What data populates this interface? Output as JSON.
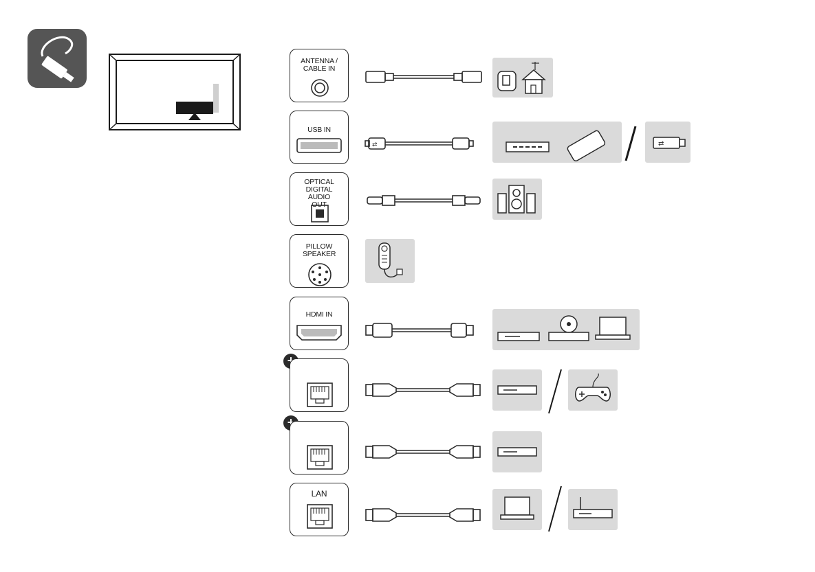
{
  "ports": {
    "antenna": "ANTENNA / CABLE IN",
    "usb": "USB IN",
    "optical": "OPTICAL DIGITAL AUDIO OUT",
    "pillow": "PILLOW SPEAKER",
    "hdmi": "HDMI IN",
    "lan": "LAN"
  },
  "badges": {
    "plus_symbol": "+"
  },
  "icons": {
    "header": "cable-plug-icon",
    "antenna": "antenna-house-icon",
    "usb_devices": [
      "external-drive-icon",
      "usb-stick-icon"
    ],
    "speakers": "speakers-icon",
    "pillow": "pillow-speaker-remote-icon",
    "hdmi_devices": [
      "set-top-box-icon",
      "bluray-player-icon",
      "laptop-icon"
    ],
    "rj_a_devices": [
      "set-top-box-icon",
      "gamepad-icon"
    ],
    "rj_b_devices": [
      "set-top-box-icon"
    ],
    "lan_devices": [
      "laptop-icon",
      "router-icon"
    ]
  },
  "colors": {
    "line": "#2a2a2a",
    "device_bg": "#dadada",
    "header_icon_bg": "#555555"
  }
}
